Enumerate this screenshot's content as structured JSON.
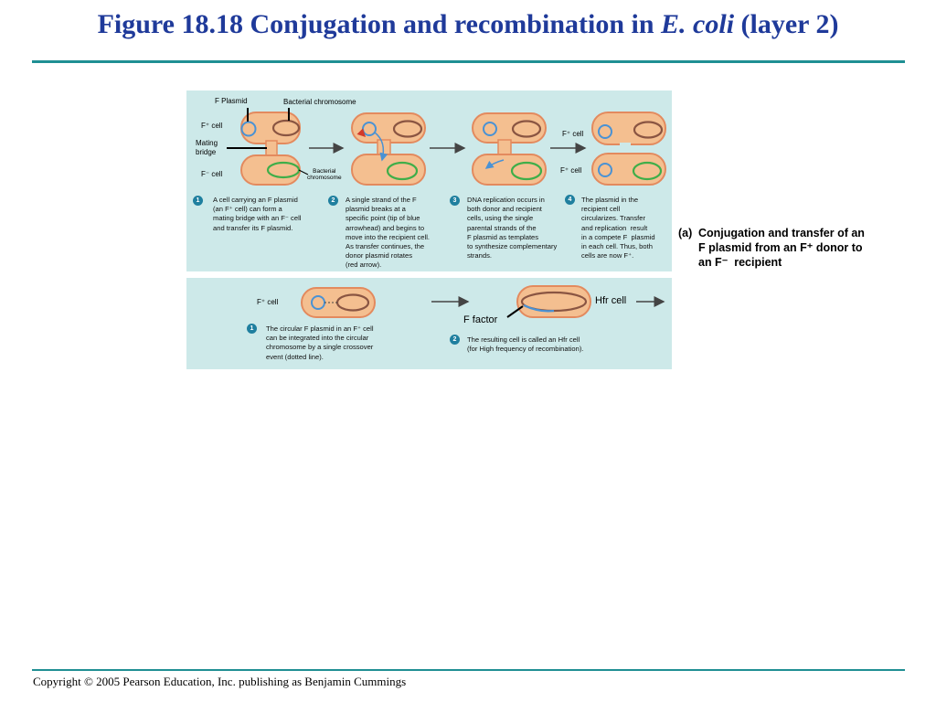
{
  "title": {
    "main": "Figure 18.18 Conjugation and recombination in ",
    "species": "E. coli",
    "suffix": " (layer 2)"
  },
  "colors": {
    "title": "#1f3a9a",
    "rule": "#1f8f93",
    "panel": "#cde9e9",
    "cell_fill": "#f4bf90",
    "cell_edge": "#e38a5e",
    "plasmid": "#4a92d4",
    "chromosome": "#8a5542",
    "recipient_chromosome": "#3fae49",
    "step_badge": "#1f7f9f",
    "arrow": "#444444"
  },
  "panel_a": {
    "labels": {
      "f_plasmid": "F Plasmid",
      "bacterial_chromosome_top": "Bacterial chromosome",
      "f_plus_cell": "F⁺ cell",
      "mating_bridge": "Mating\nbridge",
      "f_minus_cell": "F⁻ cell",
      "bacterial_chromosome_small": "Bacterial\nchromosome",
      "f_plus_cell_right_top": "F⁺ cell",
      "f_plus_cell_right_bottom": "F⁺ cell"
    },
    "steps": [
      {
        "n": "1",
        "text": "A cell carrying an F plasmid\n(an F⁺ cell) can form a\nmating bridge with an F⁻ cell\nand transfer its F plasmid."
      },
      {
        "n": "2",
        "text": "A single strand of the F\nplasmid breaks at a\nspecific point (tip of blue\narrowhead) and begins to\nmove into the recipient cell.\nAs transfer continues, the\ndonor plasmid rotates\n(red arrow)."
      },
      {
        "n": "3",
        "text": "DNA replication occurs in\nboth donor and recipient\ncells, using the single\nparental strands of the\nF plasmid as templates\nto synthesize complementary\nstrands."
      },
      {
        "n": "4",
        "text": "The plasmid in the\nrecipient cell\ncircularizes. Transfer\nand replication  result\nin a compete F  plasmid\nin each cell. Thus, both\ncells are now F⁺."
      }
    ]
  },
  "panel_b": {
    "labels": {
      "f_plus_cell": "F⁺ cell",
      "hfr_cell": "Hfr cell",
      "f_factor": "F factor"
    },
    "steps": [
      {
        "n": "1",
        "text": "The circular F plasmid in an F⁺ cell\ncan be integrated into the circular\nchromosome by a single crossover\nevent (dotted line)."
      },
      {
        "n": "2",
        "text": "The resulting cell is called an Hfr cell\n(for High frequency of recombination)."
      }
    ]
  },
  "caption": {
    "tag": "(a)",
    "text": "Conjugation and transfer of an\nF plasmid from an F⁺ donor to\nan F⁻  recipient"
  },
  "footer": "Copyright © 2005 Pearson Education, Inc. publishing as Benjamin Cummings"
}
